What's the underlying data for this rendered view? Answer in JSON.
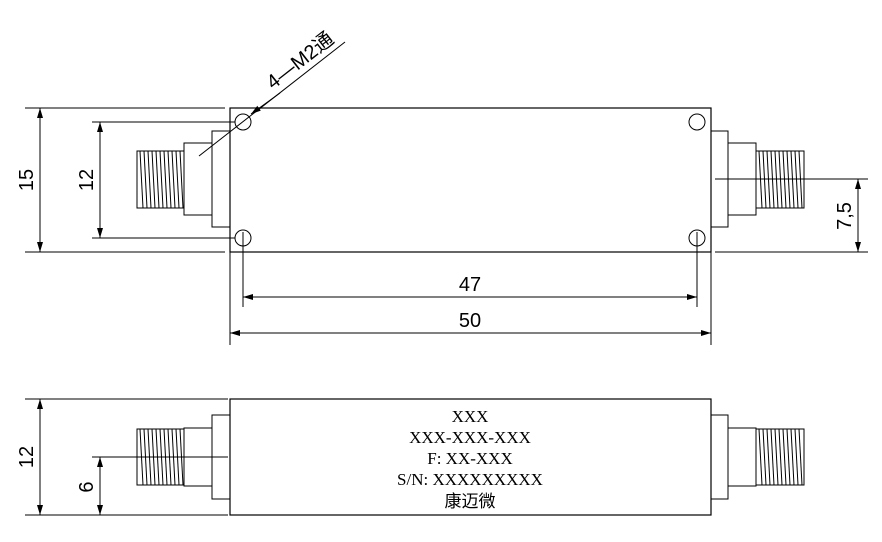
{
  "dimensions": {
    "height_total": "15",
    "hole_spacing_vertical": "12",
    "connector_offset": "7,5",
    "hole_spacing_horizontal": "47",
    "length_total": "50",
    "side_height": "12",
    "side_connector_offset": "6"
  },
  "callout": {
    "holes": "4—M2通"
  },
  "label": {
    "line1": "XXX",
    "line2": "XXX-XXX-XXX",
    "line3": "F: XX-XXX",
    "line4": "S/N: XXXXXXXXX",
    "line5": "康迈微"
  }
}
